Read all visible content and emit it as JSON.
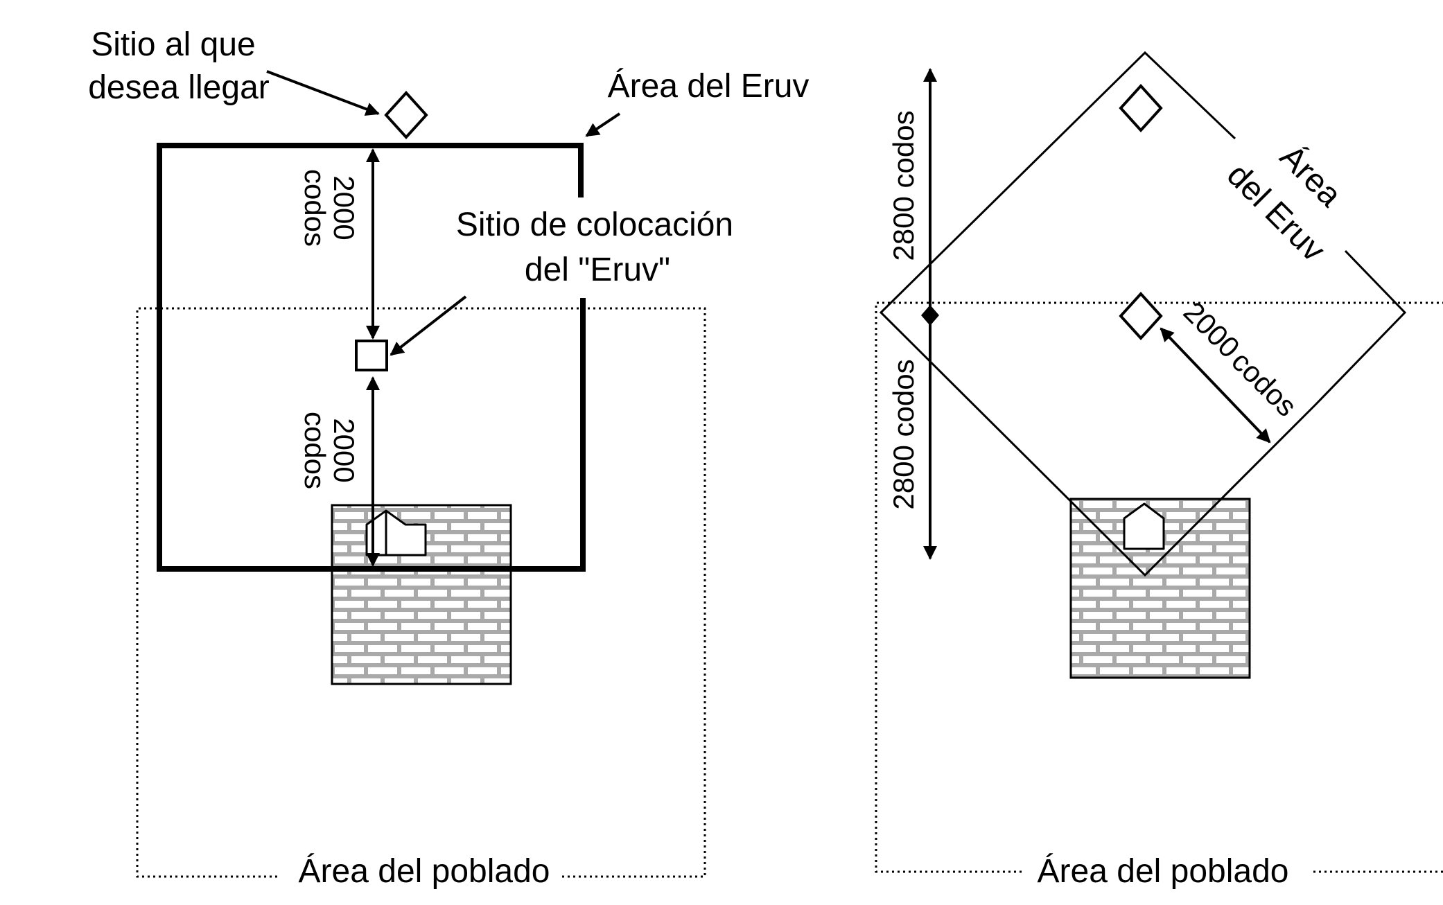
{
  "left_panel": {
    "destination_label_line1": "Sitio al que",
    "destination_label_line2": "desea llegar",
    "eruv_area_label": "Área del Eruv",
    "placement_label_line1": "Sitio de colocación",
    "placement_label_line2": "del \"Eruv\"",
    "upper_distance_number": "2000",
    "upper_distance_unit": "codos",
    "lower_distance_number": "2000",
    "lower_distance_unit": "codos",
    "town_area_label": "Área del poblado"
  },
  "right_panel": {
    "eruv_area_label_line1": "Área",
    "eruv_area_label_line2": "del Eruv",
    "upper_vertical_distance": "2800 codos",
    "lower_vertical_distance": "2800 codos",
    "diagonal_distance_number": "2000",
    "diagonal_distance_unit": "codos",
    "town_area_label": "Área del poblado"
  }
}
